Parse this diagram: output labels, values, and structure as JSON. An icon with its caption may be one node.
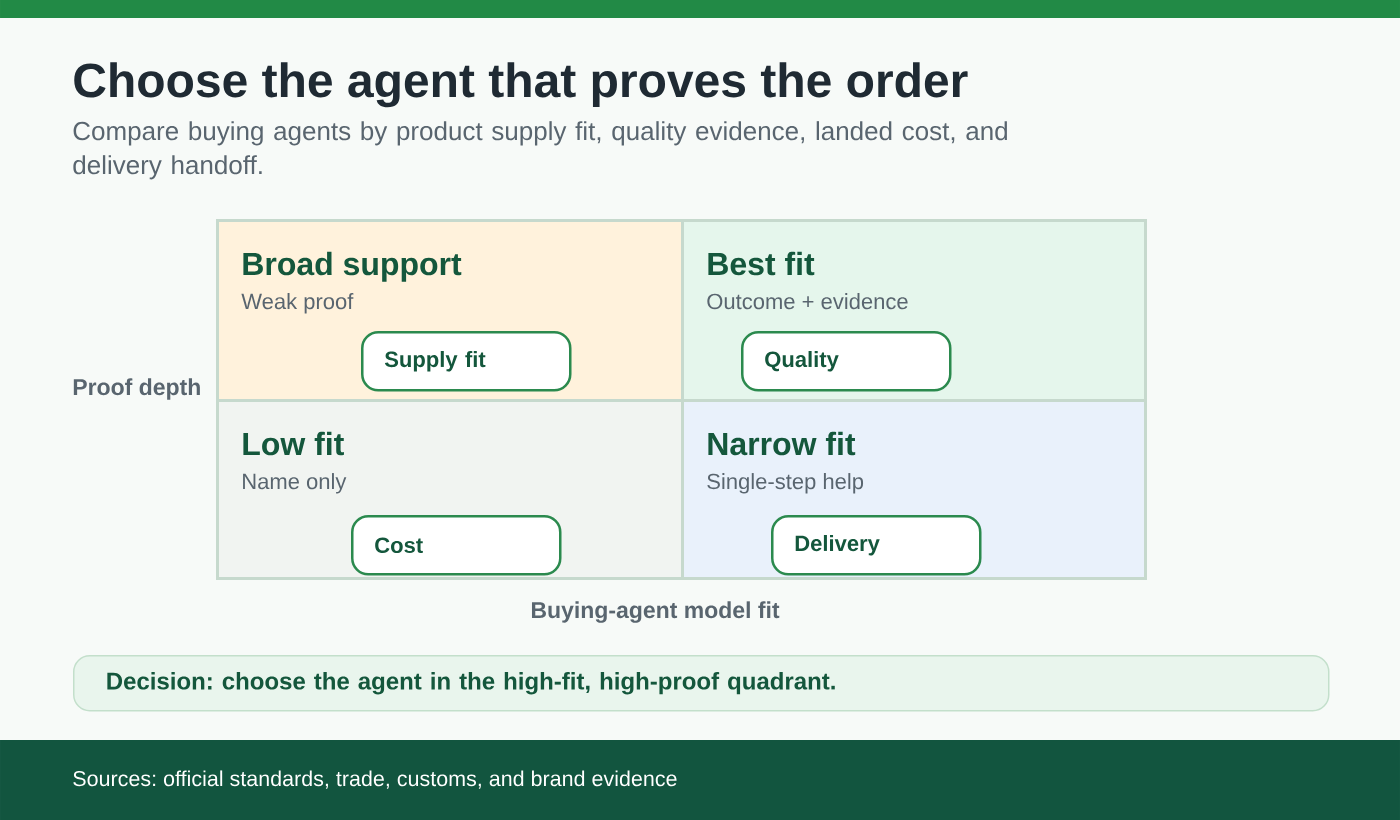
{
  "diagram": {
    "title": "Choose the agent that proves the order",
    "nodes": [
      {
        "text": [
          "Broad support",
          "Weak proof"
        ]
      },
      {
        "text": [
          "Supply fit"
        ],
        "in": 0
      },
      {
        "text": [
          "Best fit",
          "Outcome + evidence"
        ]
      },
      {
        "text": [
          "Quality"
        ],
        "in": 2
      },
      {
        "text": [
          "Low fit",
          "Name only"
        ]
      },
      {
        "text": [
          "Cost"
        ],
        "in": 4
      },
      {
        "text": [
          "Narrow fit",
          "Single-step help"
        ]
      },
      {
        "text": [
          "Delivery"
        ],
        "in": 6
      },
      {
        "text": [
          "Decision: choose the agent in the high-fit, high-proof quadrant."
        ]
      }
    ],
    "labels": [
      "Compare buying agents by product supply fit, quality evidence, landed cost, and delivery handoff.",
      "Proof depth",
      "Buying-agent model fit",
      "Sources: official standards, trade, customs, and brand evidence"
    ]
  }
}
